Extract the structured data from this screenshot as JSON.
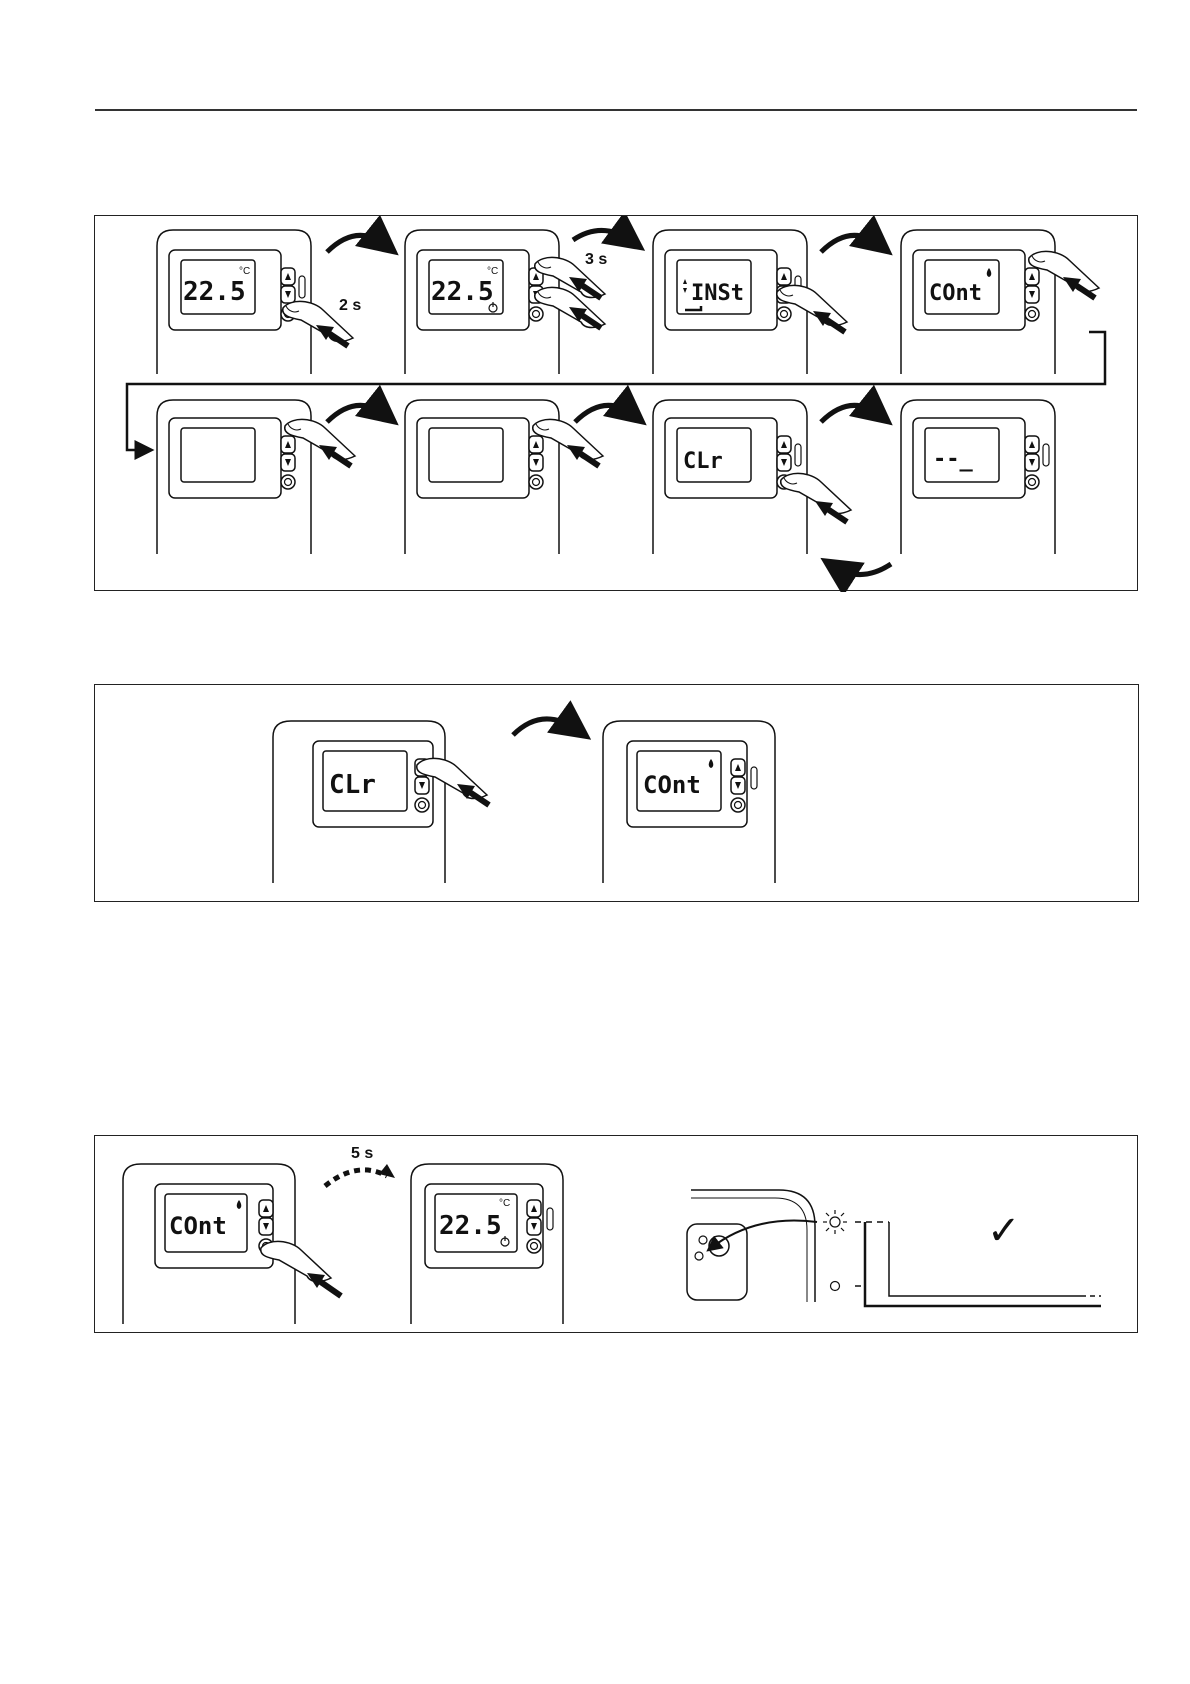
{
  "panels": [
    {
      "id": "panel-1",
      "labels": {
        "hold_2s": "2 s",
        "hold_3s": "3 s"
      },
      "steps": [
        {
          "display": "22.5",
          "unit": "°C"
        },
        {
          "display": "22.5",
          "unit": "°C",
          "icon": "power-icon"
        },
        {
          "display": "INSt",
          "icon": "wrench-icon"
        },
        {
          "display": "COnt",
          "icon": "flame-icon"
        },
        {
          "display": ""
        },
        {
          "display": ""
        },
        {
          "display": "CLr"
        },
        {
          "display": "--_"
        }
      ]
    },
    {
      "id": "panel-2",
      "steps": [
        {
          "display": "CLr"
        },
        {
          "display": "COnt",
          "icon": "flame-icon"
        }
      ]
    },
    {
      "id": "panel-3",
      "labels": {
        "hold_5s": "5 s",
        "check": "✓"
      },
      "steps": [
        {
          "display": "COnt",
          "icon": "flame-icon"
        },
        {
          "display": "22.5",
          "unit": "°C",
          "icon": "power-icon"
        }
      ],
      "receiver_icons": [
        "sun-led-icon",
        "led-off-icon",
        "check-icon"
      ]
    }
  ]
}
